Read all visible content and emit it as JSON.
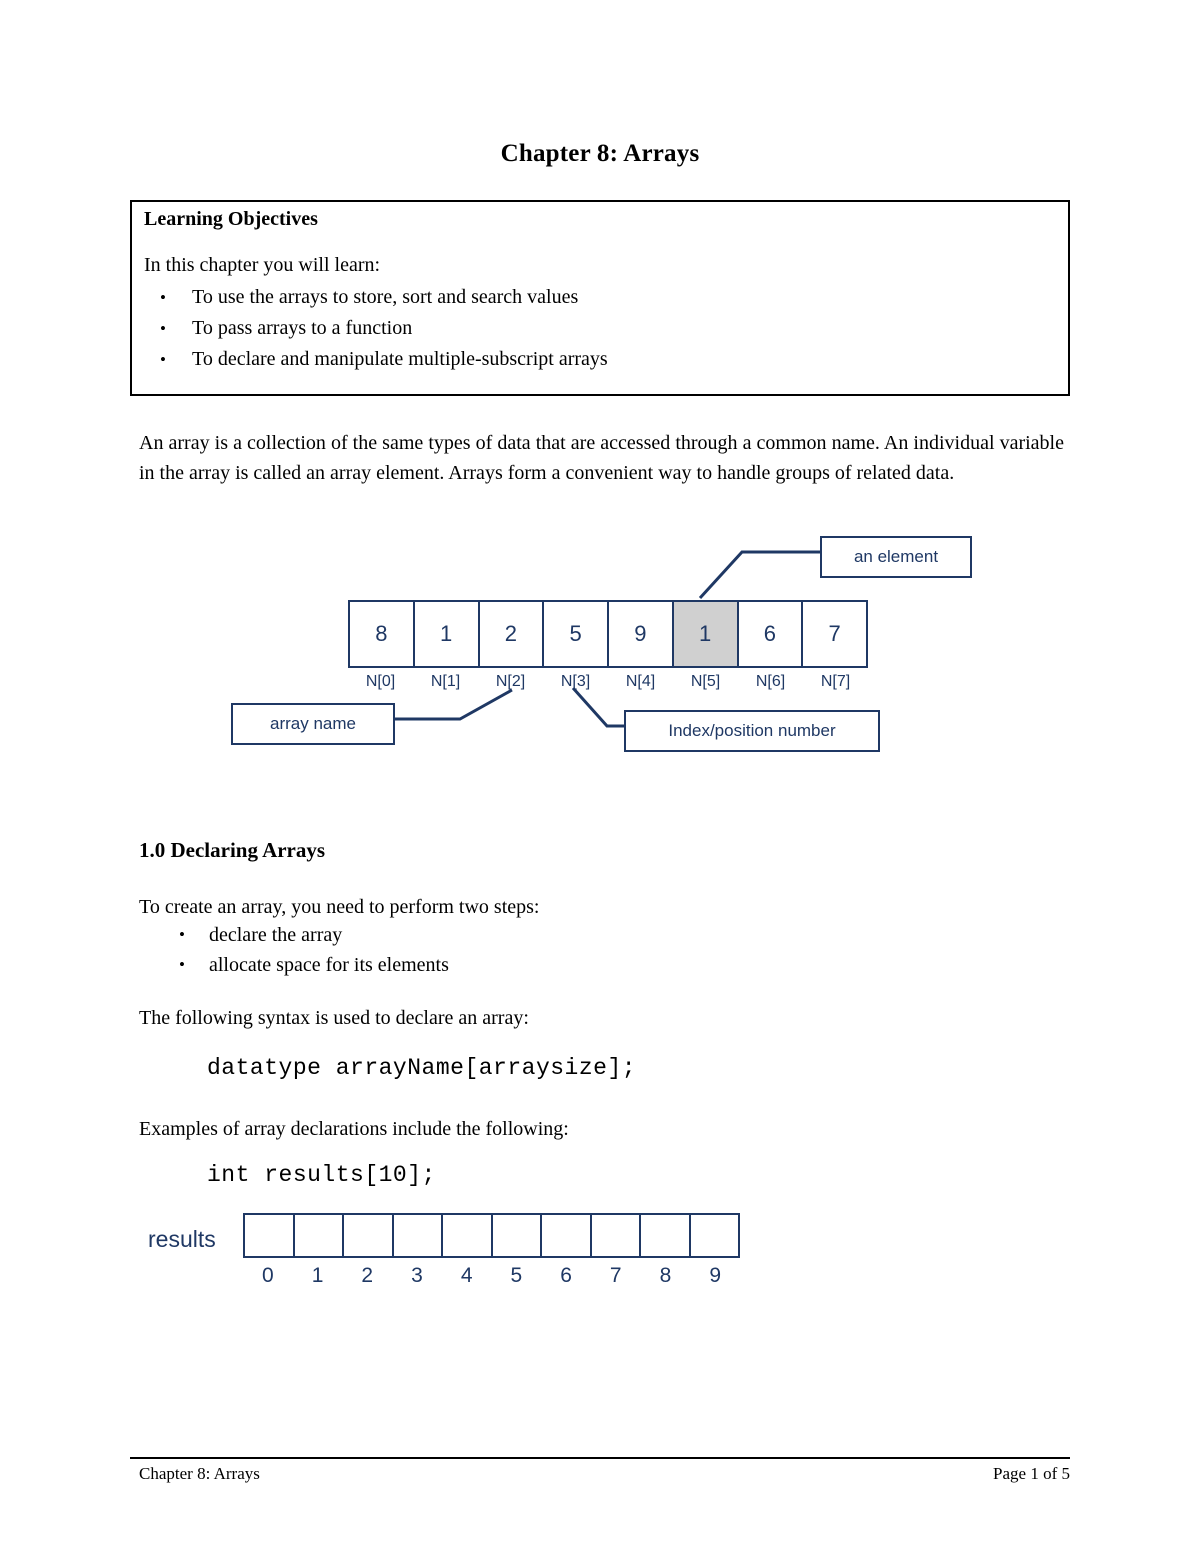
{
  "document": {
    "title": "Chapter 8: Arrays"
  },
  "learning_objectives": {
    "heading": "Learning Objectives",
    "intro": "In this chapter you will learn:",
    "bullet_glyph": "•",
    "items": [
      "To use the arrays to store, sort and search values",
      "To pass arrays to a function",
      "To declare and manipulate multiple-subscript arrays"
    ]
  },
  "intro_paragraph": "An array is a collection of the same types of data that are accessed through a common name. An individual variable in the array is called an array element. Arrays form a convenient way to handle groups of related data.",
  "array_diagram": {
    "values": [
      "8",
      "1",
      "2",
      "5",
      "9",
      "1",
      "6",
      "7"
    ],
    "index_labels": [
      "N[0]",
      "N[1]",
      "N[2]",
      "N[3]",
      "N[4]",
      "N[5]",
      "N[6]",
      "N[7]"
    ],
    "highlighted_index": 5,
    "highlight_color": "#d0d0d0",
    "line_color": "#1f3864",
    "callouts": {
      "element": "an element",
      "array_name": "array name",
      "index": "Index/position number"
    }
  },
  "declaring_section": {
    "heading": "1.0 Declaring Arrays",
    "steps_intro": "To create an array, you need to perform two steps:",
    "bullet_glyph": "•",
    "steps": [
      "declare the array",
      "allocate space for its elements"
    ],
    "syntax_intro": "The following syntax is used to declare an array:",
    "syntax_code": "datatype arrayName[arraysize];",
    "examples_intro": "Examples of array declarations include the following:",
    "example_code": "int results[10];"
  },
  "results_diagram": {
    "name": "results",
    "cell_count": 10,
    "index_labels": [
      "0",
      "1",
      "2",
      "3",
      "4",
      "5",
      "6",
      "7",
      "8",
      "9"
    ],
    "line_color": "#1f3864"
  },
  "footer": {
    "left": "Chapter 8: Arrays",
    "right": "Page 1 of 5"
  }
}
